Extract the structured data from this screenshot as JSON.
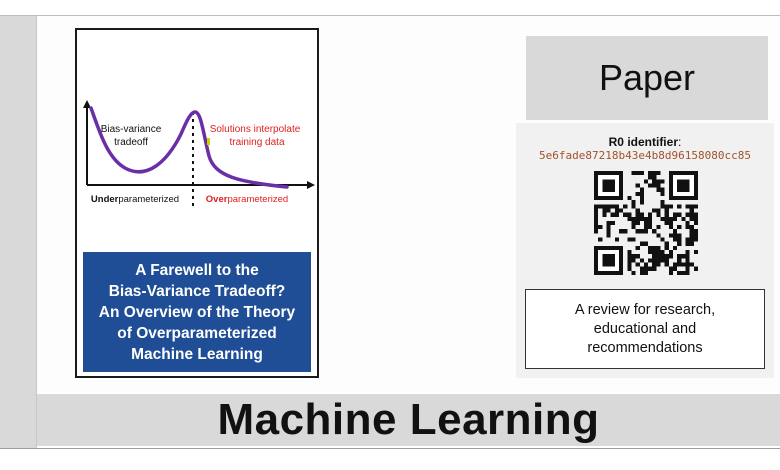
{
  "thumbnail": {
    "figure": {
      "left_label": "Bias-variance\ntradeoff",
      "right_label": "Solutions interpolate\ntraining data",
      "under_prefix": "Under",
      "under_suffix": "parameterized",
      "over_prefix": "Over",
      "over_suffix": "parameterized",
      "colors": {
        "curve": "#6a2fa6",
        "red_text": "#e02020",
        "marker": "#c8d400"
      }
    },
    "title": "A Farewell to the\nBias-Variance Tradeoff?\nAn Overview of the Theory\nof Overparameterized\nMachine Learning",
    "title_bg_color": "#1f4e96"
  },
  "right_panel": {
    "type_label": "Paper",
    "identifier_label": "R0 identifier",
    "identifier_value": "5e6fade87218b43e4b8d96158080cc85",
    "qr_icon": "qr-code-icon",
    "review_text": "A review for research,\neducational and\nrecommendations"
  },
  "banner": {
    "label": "Machine Learning"
  }
}
